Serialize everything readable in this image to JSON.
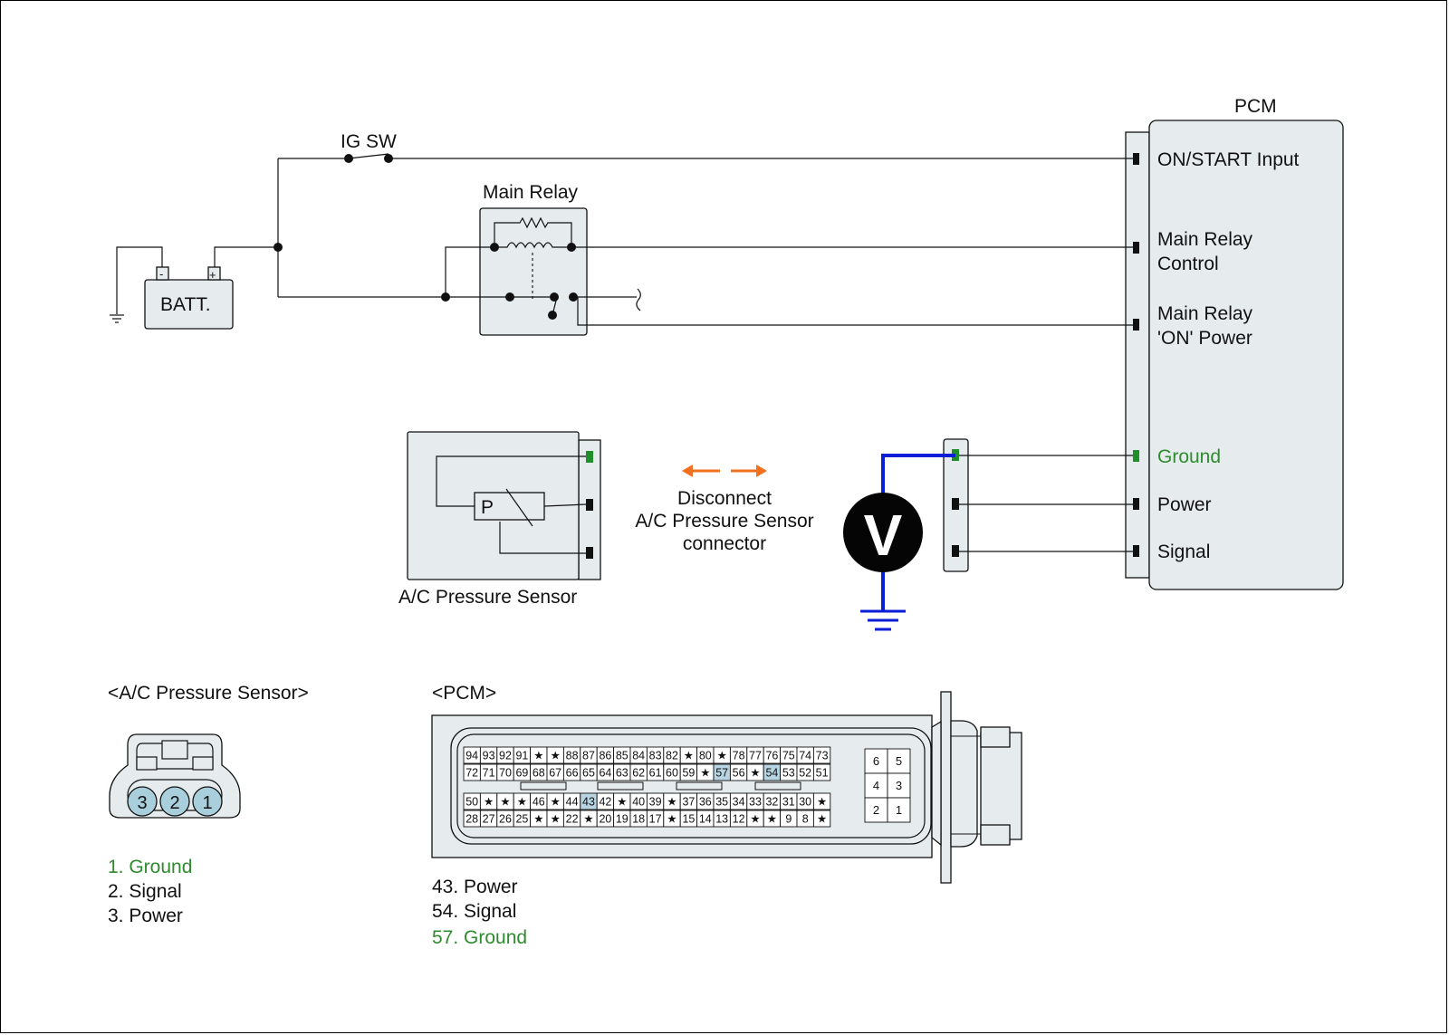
{
  "schematic": {
    "pcm": {
      "title": "PCM",
      "pins": {
        "on_start": "ON/START Input",
        "main_relay_control_1": "Main Relay",
        "main_relay_control_2": "Control",
        "main_relay_on_1": "Main Relay",
        "main_relay_on_2": "'ON' Power",
        "ground": "Ground",
        "power": "Power",
        "signal": "Signal"
      }
    },
    "ig_sw": "IG SW",
    "main_relay": "Main Relay",
    "battery": {
      "label": "BATT.",
      "minus": "-",
      "plus": "+"
    },
    "sensor": {
      "label": "A/C Pressure Sensor",
      "element": "P"
    },
    "instruction": {
      "line1": "Disconnect",
      "line2": "A/C Pressure Sensor",
      "line3": "connector"
    },
    "voltmeter": "V"
  },
  "connectors": {
    "sensor": {
      "title": "<A/C Pressure Sensor>",
      "pins": [
        "3",
        "2",
        "1"
      ],
      "legend": [
        "1. Ground",
        "2. Signal",
        "3. Power"
      ]
    },
    "pcm": {
      "title": "<PCM>",
      "rows": [
        [
          "94",
          "93",
          "92",
          "91",
          "★",
          "★",
          "88",
          "87",
          "86",
          "85",
          "84",
          "83",
          "82",
          "★",
          "80",
          "★",
          "78",
          "77",
          "76",
          "75",
          "74",
          "73"
        ],
        [
          "72",
          "71",
          "70",
          "69",
          "68",
          "67",
          "66",
          "65",
          "64",
          "63",
          "62",
          "61",
          "60",
          "59",
          "★",
          "57",
          "56",
          "★",
          "54",
          "53",
          "52",
          "51"
        ],
        [
          "50",
          "★",
          "★",
          "★",
          "46",
          "★",
          "44",
          "43",
          "42",
          "★",
          "40",
          "39",
          "★",
          "37",
          "36",
          "35",
          "34",
          "33",
          "32",
          "31",
          "30",
          "★"
        ],
        [
          "28",
          "27",
          "26",
          "25",
          "★",
          "★",
          "22",
          "★",
          "20",
          "19",
          "18",
          "17",
          "★",
          "15",
          "14",
          "13",
          "12",
          "★",
          "★",
          "9",
          "8",
          "★"
        ]
      ],
      "highlighted": [
        "43",
        "54",
        "57"
      ],
      "small_block": [
        [
          "6",
          "5"
        ],
        [
          "4",
          "3"
        ],
        [
          "2",
          "1"
        ]
      ],
      "legend": [
        "43. Power",
        "54. Signal",
        "57. Ground"
      ]
    }
  },
  "colors": {
    "ground_green": "#2e8b2e",
    "voltmeter_wire": "#0a1ed8",
    "arrow_orange": "#f07020",
    "pin_highlight": "#b8d4e2",
    "sensor_pin_fill": "#a9cfdc",
    "component_fill": "#e6ecee"
  }
}
